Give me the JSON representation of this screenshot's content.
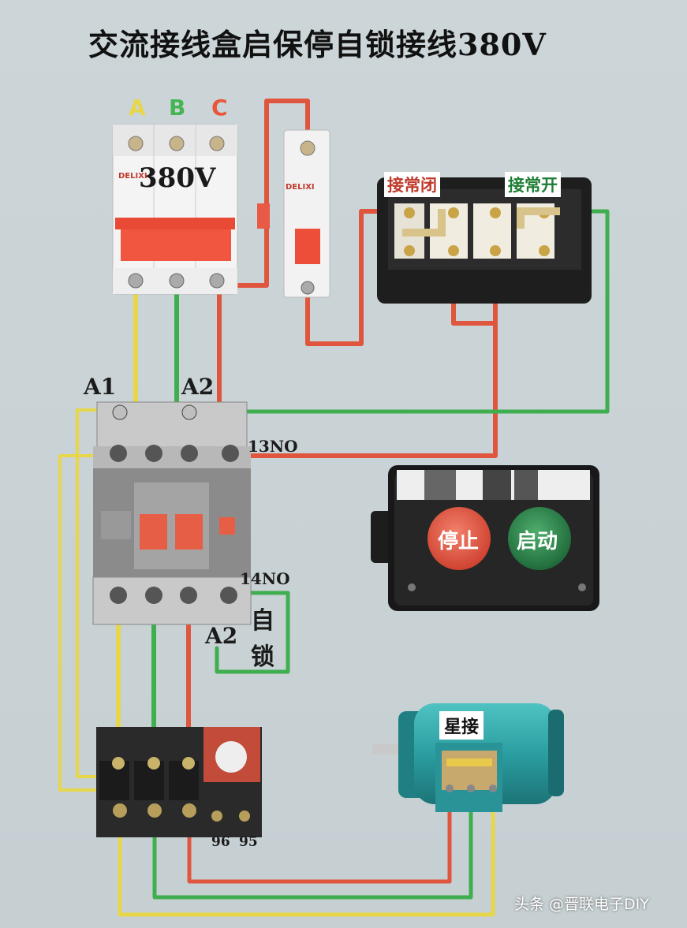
{
  "title": "交流接线盒启保停自锁接线380V",
  "breaker": {
    "voltage": "380V",
    "phase_labels": [
      "A",
      "B",
      "C"
    ],
    "brand": "DELIXI"
  },
  "small_breaker": {
    "brand": "DELIXI"
  },
  "switch_box": {
    "nc_label": "接常闭",
    "no_label": "接常开"
  },
  "contactor": {
    "coil_a1": "A1",
    "coil_a2": "A2",
    "aux_13": "13NO",
    "aux_14": "14NO",
    "self_lock": [
      "自",
      "锁"
    ],
    "lower_a2": "A2"
  },
  "button_box": {
    "stop_label": "停止",
    "start_label": "启动"
  },
  "thermal_relay": {
    "terminal_96": "96",
    "terminal_95": "95"
  },
  "motor": {
    "connection_label": "星接"
  },
  "watermark": "头条 @晋联电子DIY",
  "colors": {
    "phase_a": "#e8d64a",
    "phase_b": "#3fae4e",
    "phase_c": "#e0553d",
    "stop_button": "#e35a44",
    "start_button": "#2f8a4b",
    "motor_body": "#2fa6a8"
  }
}
